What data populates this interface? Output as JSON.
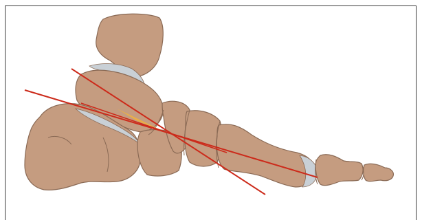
{
  "figure": {
    "background_color": "#ffffff",
    "frame_color": "#3a3a3a",
    "bone_fill": "#c59c80",
    "bone_outline": "#8a6a55",
    "cartilage_fill": "#c9d0d6",
    "angle_fill": "#f0b23c",
    "axis_line_color": "#cc2a1a",
    "bones": [
      "talus",
      "navicular",
      "calcaneus",
      "cuboid",
      "cuneiform",
      "first-metatarsal",
      "proximal-phalanx",
      "distal-phalanx"
    ],
    "axis_lines": [
      "talar-axis-line",
      "first-metatarsal-axis-line",
      "calcaneal-axis-line"
    ]
  }
}
